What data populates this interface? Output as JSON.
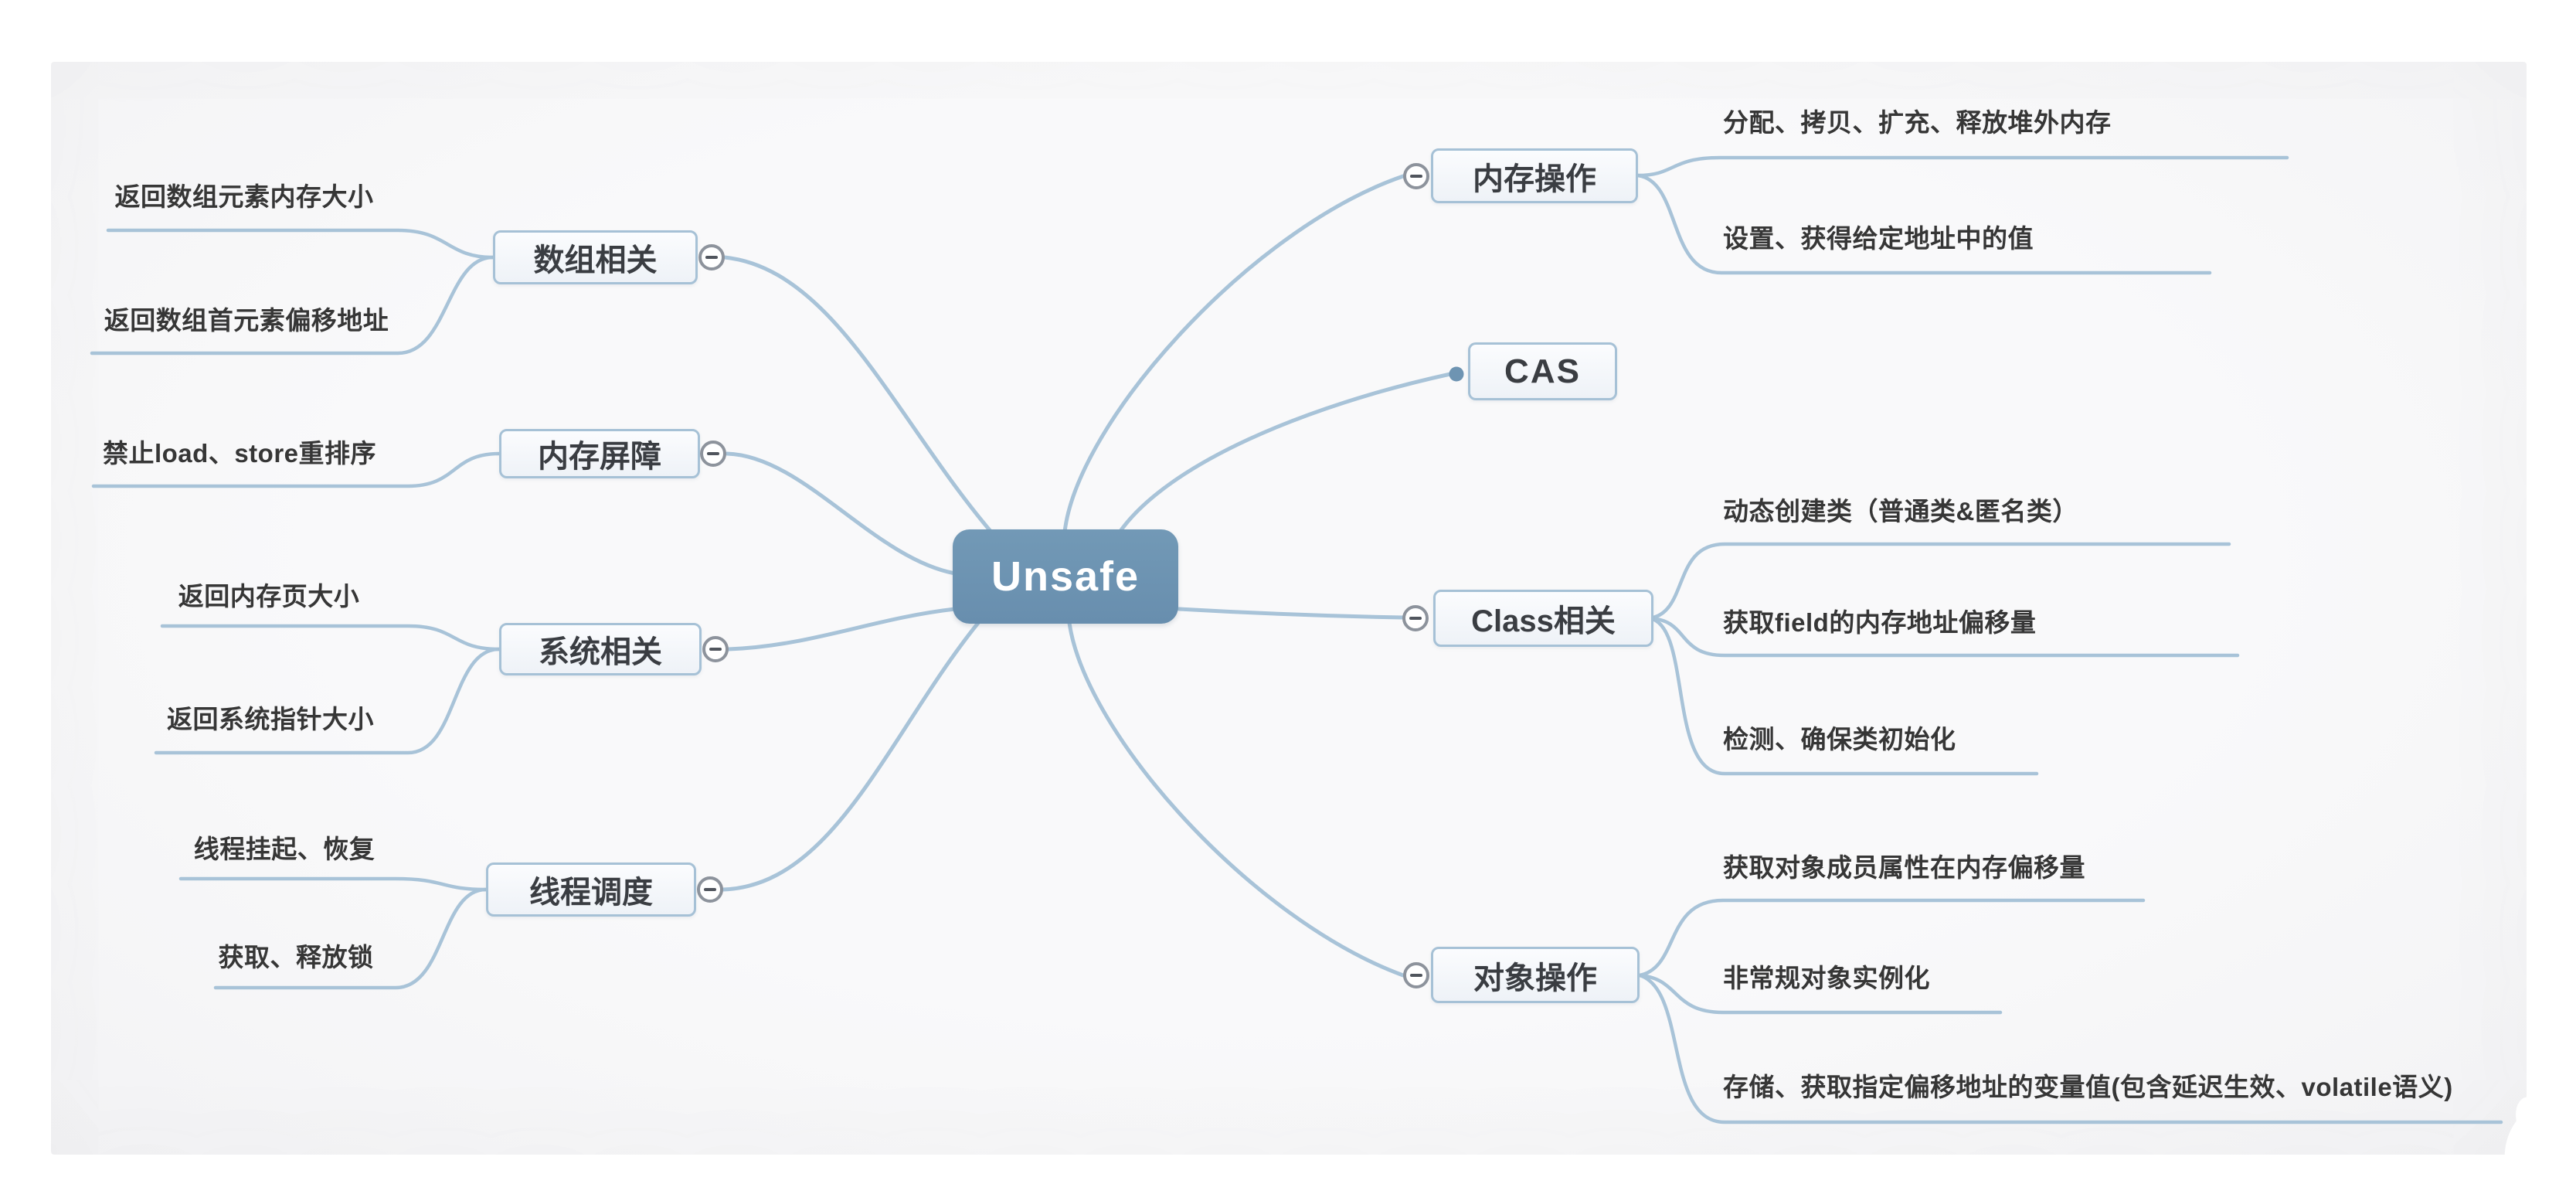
{
  "canvas": {
    "background": "#FFFFFF",
    "panel_background": "#F7F7F8"
  },
  "palette": {
    "root_fill": "#6E94B2",
    "root_text": "#FFFFFF",
    "node_fill": "#F3F6FA",
    "node_border": "#A6C1D6",
    "node_text": "#3A3D42",
    "leaf_text": "#363636",
    "connector_line": "#A8C3D8",
    "collapse_ring": "#8D939C",
    "collapse_dash": "#50555D",
    "anchor_dot": "#6E94B2"
  },
  "mindmap": {
    "root": "Unsafe",
    "branches": [
      {
        "label": "内存操作",
        "side": "right",
        "collapse_icon": "minus",
        "children": [
          "分配、拷贝、扩充、释放堆外内存",
          "设置、获得给定地址中的值"
        ]
      },
      {
        "label": "CAS",
        "side": "right",
        "collapse_icon": "dot",
        "children": []
      },
      {
        "label": "Class相关",
        "side": "right",
        "collapse_icon": "minus",
        "children": [
          "动态创建类（普通类&匿名类）",
          "获取field的内存地址偏移量",
          "检测、确保类初始化"
        ]
      },
      {
        "label": "对象操作",
        "side": "right",
        "collapse_icon": "minus",
        "children": [
          "获取对象成员属性在内存偏移量",
          "非常规对象实例化",
          "存储、获取指定偏移地址的变量值(包含延迟生效、volatile语义)"
        ]
      },
      {
        "label": "数组相关",
        "side": "left",
        "collapse_icon": "minus",
        "children": [
          "返回数组元素内存大小",
          "返回数组首元素偏移地址"
        ]
      },
      {
        "label": "内存屏障",
        "side": "left",
        "collapse_icon": "minus",
        "children": [
          "禁止load、store重排序"
        ]
      },
      {
        "label": "系统相关",
        "side": "left",
        "collapse_icon": "minus",
        "children": [
          "返回内存页大小",
          "返回系统指针大小"
        ]
      },
      {
        "label": "线程调度",
        "side": "left",
        "collapse_icon": "minus",
        "children": [
          "线程挂起、恢复",
          "获取、释放锁"
        ]
      }
    ]
  }
}
